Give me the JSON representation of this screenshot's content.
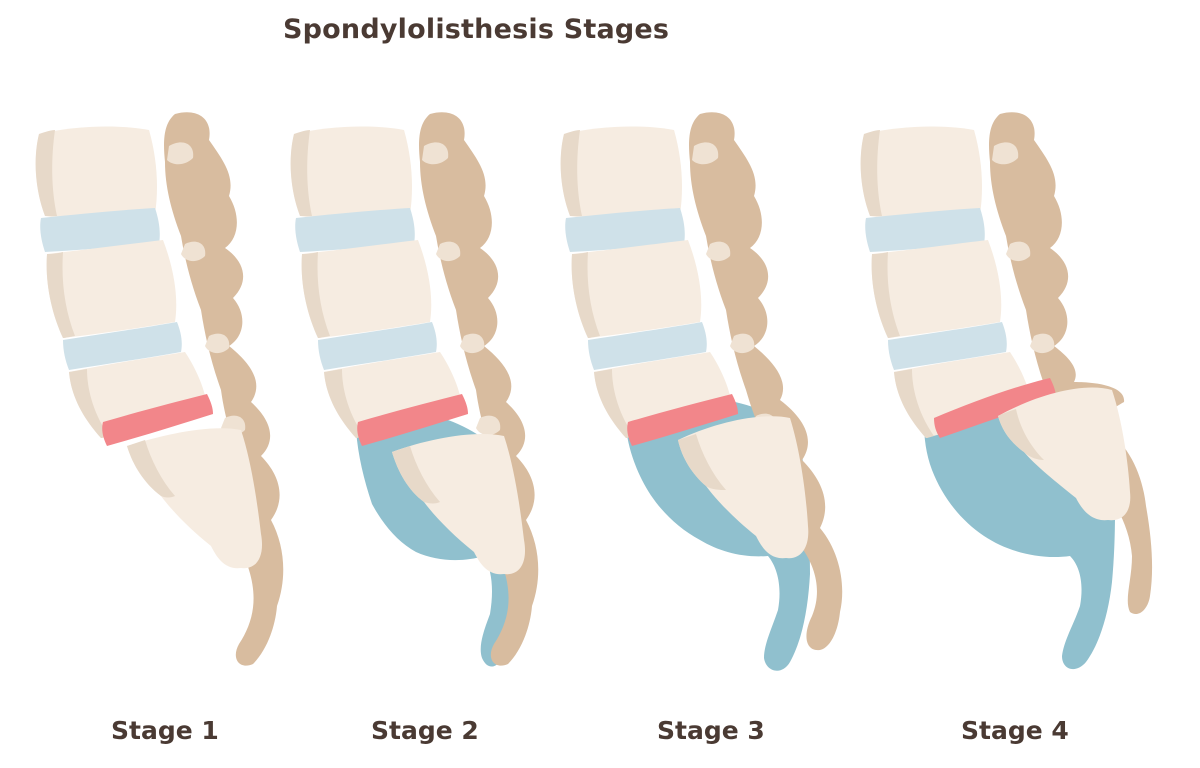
{
  "title": "Spondylolisthesis Stages",
  "stages": [
    {
      "label": "Stage 1",
      "slip_grade": 1
    },
    {
      "label": "Stage 2",
      "slip_grade": 2
    },
    {
      "label": "Stage 3",
      "slip_grade": 3
    },
    {
      "label": "Stage 4",
      "slip_grade": 4
    }
  ],
  "colors": {
    "bone_body": "#f6ece1",
    "bone_shadow": "#e7d9c9",
    "posterior_elements": "#d8bc9f",
    "intervertebral_disc": "#cfe1e9",
    "affected_disc": "#f2868a",
    "inflammation_fluid": "#90c0ce",
    "text": "#4a3a33"
  }
}
